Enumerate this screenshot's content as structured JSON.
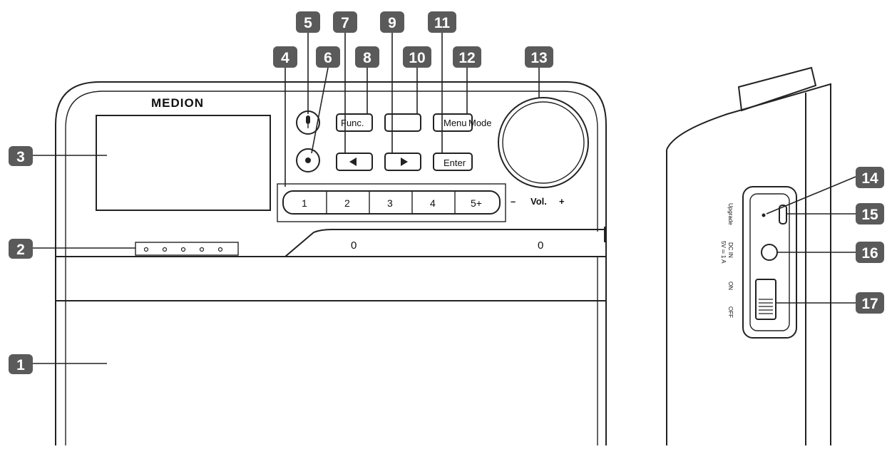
{
  "brand": "MEDION",
  "buttons": {
    "func": "Func.",
    "menu": "Menu",
    "mode": "Mode",
    "enter": "Enter",
    "presets": [
      "1",
      "2",
      "3",
      "4",
      "5+"
    ]
  },
  "volume": {
    "minus": "–",
    "label": "Vol.",
    "plus": "+"
  },
  "drawer_knob": "0",
  "side_labels": {
    "upgrade": "Upgrade",
    "dc_in": "DC IN",
    "dc_rating": "5V ═ 1 A",
    "on": "ON",
    "off": "OFF"
  },
  "callouts": [
    "1",
    "2",
    "3",
    "4",
    "5",
    "6",
    "7",
    "8",
    "9",
    "10",
    "11",
    "12",
    "13",
    "14",
    "15",
    "16",
    "17"
  ]
}
